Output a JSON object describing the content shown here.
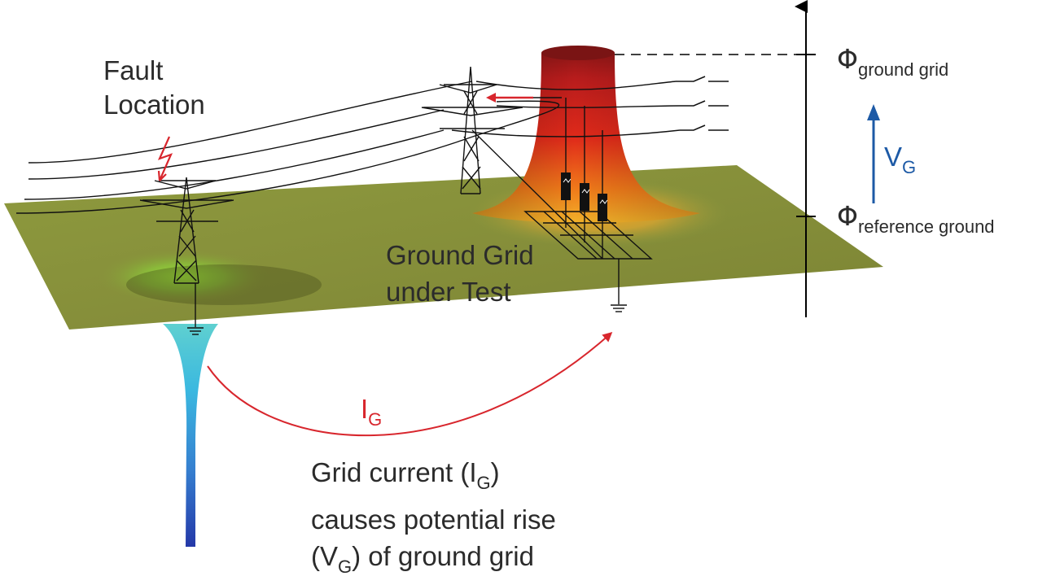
{
  "labels": {
    "fault_location_line1": "Fault",
    "fault_location_line2": "Location",
    "ground_grid_line1": "Ground Grid",
    "ground_grid_line2": "under Test",
    "phi_symbol": "Φ",
    "phi_ground_grid_sub": "ground grid",
    "phi_reference_sub": "reference ground",
    "vg_main": "V",
    "vg_sub": "G",
    "ig_main": "I",
    "ig_sub": "G",
    "caption_line1_pre": "Grid current (I",
    "caption_line1_sub": "G",
    "caption_line1_post": ")",
    "caption_line2": "causes potential rise",
    "caption_line3_pre": "(V",
    "caption_line3_sub": "G",
    "caption_line3_post": ") of ground grid"
  },
  "colors": {
    "text": "#2b2b2b",
    "current_arrow": "#d8262d",
    "voltage_arrow": "#1d5aa6",
    "ground_plane": "#8a8a3a",
    "potential_peak": "#c81e1e",
    "potential_sink": "#2d56b0"
  },
  "icons": [
    "fault-lightning-icon",
    "transmission-tower-icon",
    "ground-symbol-icon",
    "resistor-icon",
    "switch-icon"
  ]
}
